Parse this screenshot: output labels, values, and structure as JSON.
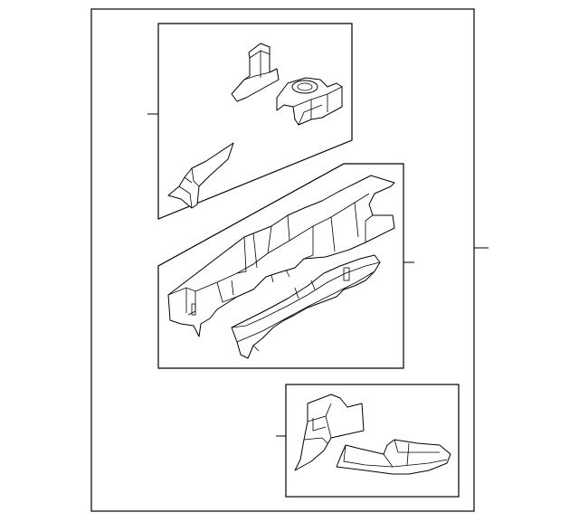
{
  "diagram": {
    "callouts": [],
    "groups": [
      {
        "id": "upper-group",
        "parts": [
          "upper-bracket",
          "suspension-housing",
          "side-brace"
        ]
      },
      {
        "id": "middle-group",
        "parts": [
          "frame-rail-upper",
          "frame-rail-lower"
        ]
      },
      {
        "id": "lower-group",
        "parts": [
          "rear-bracket",
          "floor-extension"
        ]
      }
    ],
    "colors": {
      "line": "#000000",
      "background": "#ffffff"
    }
  }
}
